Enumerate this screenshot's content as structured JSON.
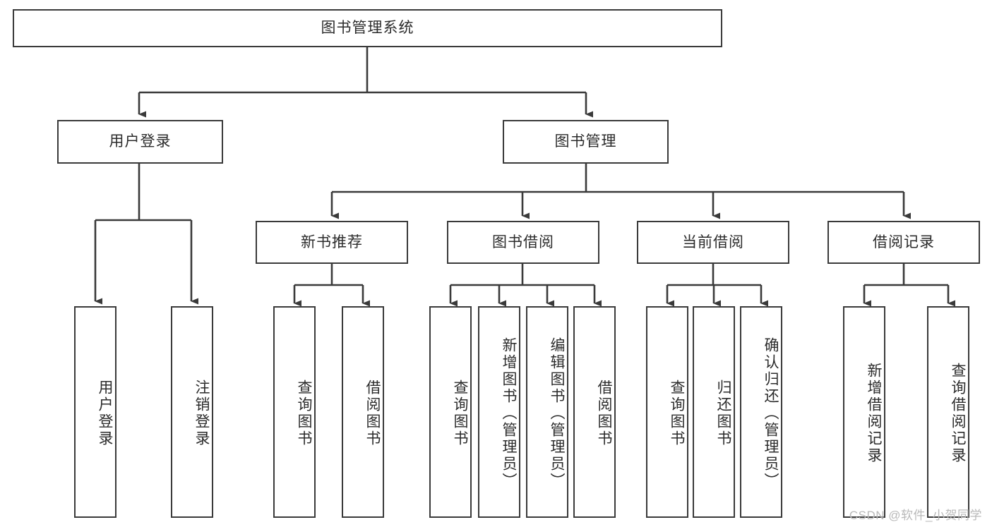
{
  "diagram": {
    "type": "tree",
    "title": "图书管理系统",
    "orientation": "top-down",
    "edge_color": "#3a3a3a",
    "box_border_color": "#3a3a3a",
    "box_fill_color": "#ffffff",
    "text_color": "#2b2b2b"
  },
  "root": {
    "label": "图书管理系统"
  },
  "level2": [
    {
      "label": "用户登录"
    },
    {
      "label": "图书管理"
    }
  ],
  "level3": [
    {
      "label": "新书推荐"
    },
    {
      "label": "图书借阅"
    },
    {
      "label": "当前借阅"
    },
    {
      "label": "借阅记录"
    }
  ],
  "leaves": {
    "user_login": [
      {
        "label": "用户登录"
      },
      {
        "label": "注销登录"
      }
    ],
    "new_book": [
      {
        "label": "查询图书"
      },
      {
        "label": "借阅图书"
      }
    ],
    "book_borrow": [
      {
        "label": "查询图书"
      },
      {
        "label": "新增图书（管理员）"
      },
      {
        "label": "编辑图书（管理员）"
      },
      {
        "label": "借阅图书"
      }
    ],
    "current_borrow": [
      {
        "label": "查询图书"
      },
      {
        "label": "归还图书"
      },
      {
        "label": "确认归还（管理员）"
      }
    ],
    "borrow_record": [
      {
        "label": "新增借阅记录"
      },
      {
        "label": "查询借阅记录"
      }
    ]
  },
  "watermark": {
    "text": "CSDN @软件_小贺同学"
  }
}
